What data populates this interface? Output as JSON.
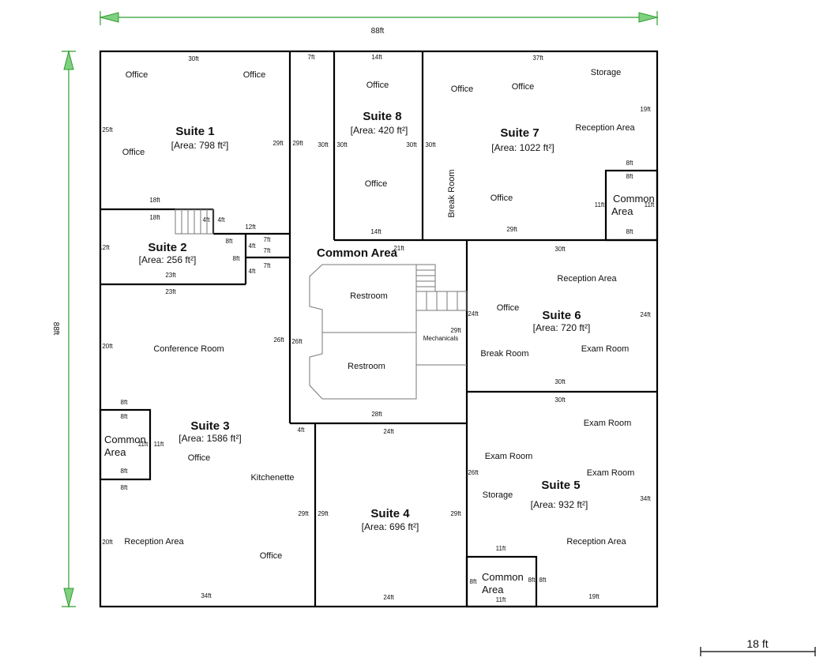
{
  "overall": {
    "width_label": "88ft",
    "height_label": "88ft"
  },
  "scale": {
    "label": "18 ft"
  },
  "suites": [
    {
      "name": "Suite 1",
      "area": "[Area: 798 ft²]"
    },
    {
      "name": "Suite 2",
      "area": "[Area: 256 ft²]"
    },
    {
      "name": "Suite 3",
      "area": "[Area: 1586 ft²]"
    },
    {
      "name": "Suite 4",
      "area": "[Area: 696 ft²]"
    },
    {
      "name": "Suite 5",
      "area": "[Area: 932 ft²]"
    },
    {
      "name": "Suite 6",
      "area": "[Area: 720 ft²]"
    },
    {
      "name": "Suite 7",
      "area": "[Area: 1022 ft²]"
    },
    {
      "name": "Suite 8",
      "area": "[Area: 420 ft²]"
    }
  ],
  "common_area": {
    "main": "Common Area",
    "small_line1": "Common",
    "small_line2": "Area"
  },
  "rooms": {
    "office": "Office",
    "reception": "Reception Area",
    "storage": "Storage",
    "break_room": "Break Room",
    "restroom": "Restroom",
    "mechanicals": "Mechanicals",
    "conference": "Conference Room",
    "kitchenette": "Kitchenette",
    "exam": "Exam Room"
  },
  "dims": [
    "30ft",
    "7ft",
    "14ft",
    "37ft",
    "19ft",
    "25ft",
    "29ft",
    "30ft",
    "18ft",
    "4ft",
    "12ft",
    "8ft",
    "23ft",
    "21ft",
    "24ft",
    "20ft",
    "26ft",
    "28ft",
    "34ft",
    "11ft"
  ]
}
